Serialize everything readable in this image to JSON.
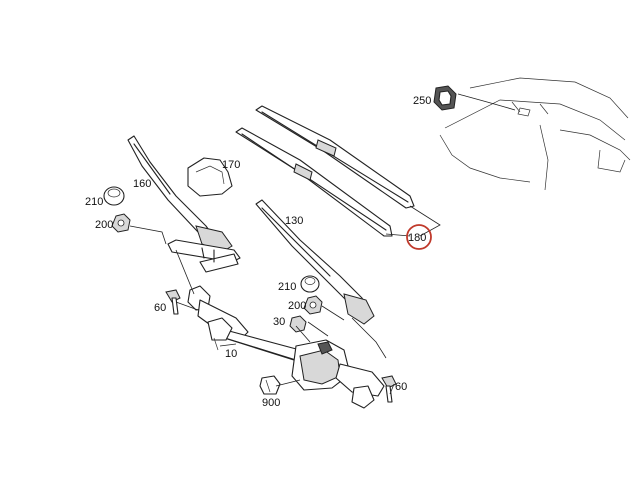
{
  "diagram": {
    "highlight_color": "#c0392b",
    "highlighted_part": "180",
    "labels": {
      "p250": "250",
      "p170": "170",
      "p160": "160",
      "p210a": "210",
      "p200a": "200",
      "p130": "130",
      "p180": "180",
      "p60a": "60",
      "p210b": "210",
      "p200b": "200",
      "p30": "30",
      "p10": "10",
      "p60b": "60",
      "p900": "900"
    }
  }
}
